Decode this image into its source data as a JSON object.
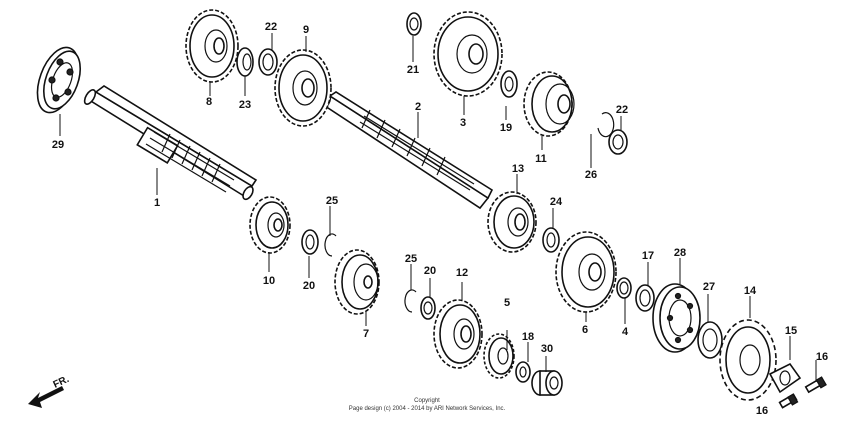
{
  "diagram": {
    "callouts": [
      "1",
      "2",
      "3",
      "4",
      "5",
      "6",
      "7",
      "8",
      "9",
      "10",
      "11",
      "12",
      "13",
      "14",
      "15",
      "16",
      "16",
      "17",
      "18",
      "19",
      "20",
      "20",
      "21",
      "22",
      "22",
      "23",
      "24",
      "25",
      "25",
      "26",
      "28",
      "29",
      "30"
    ],
    "direction_label": "FR.",
    "copyright_line1": "Copyright",
    "copyright_line2": "Page design (c) 2004 - 2014 by ARI Network Services, Inc."
  }
}
